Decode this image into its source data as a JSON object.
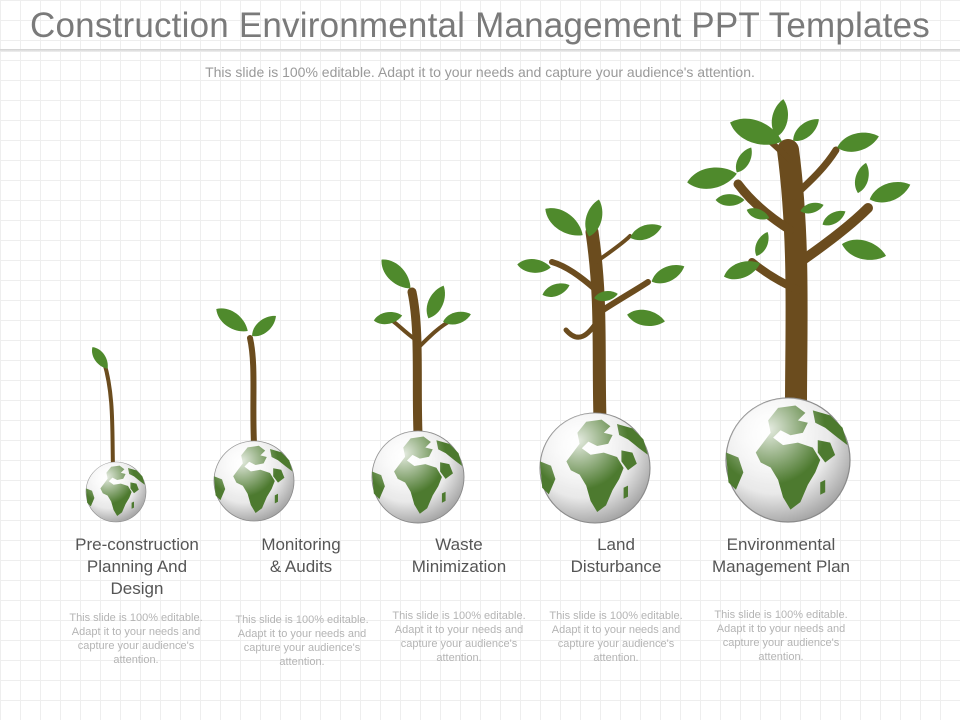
{
  "title": "Construction Environmental Management PPT Templates",
  "subtitle": "This slide is 100% editable. Adapt it to your needs and capture your audience's attention.",
  "stages": [
    {
      "label_lines": [
        "Pre-construction",
        "Planning And",
        "Design"
      ],
      "description": "This slide is 100% editable. Adapt it to your needs and capture your audience's attention."
    },
    {
      "label_lines": [
        "Monitoring",
        "& Audits"
      ],
      "description": "This slide is 100% editable. Adapt it to your needs and capture your audience's attention."
    },
    {
      "label_lines": [
        "Waste",
        "Minimization"
      ],
      "description": "This slide is 100% editable. Adapt it to your needs and capture your audience's attention."
    },
    {
      "label_lines": [
        "Land",
        "Disturbance"
      ],
      "description": "This slide is 100% editable. Adapt it to your needs and capture your audience's attention."
    },
    {
      "label_lines": [
        "Environmental",
        "Management Plan"
      ],
      "description": "This slide is 100% editable. Adapt it to your needs and capture your audience's attention."
    }
  ],
  "colors": {
    "leaf": "#4f8a2c",
    "trunk": "#6b4c1e",
    "globe_land": "#4d7a2f",
    "globe_sea": "#f2f2f2"
  }
}
